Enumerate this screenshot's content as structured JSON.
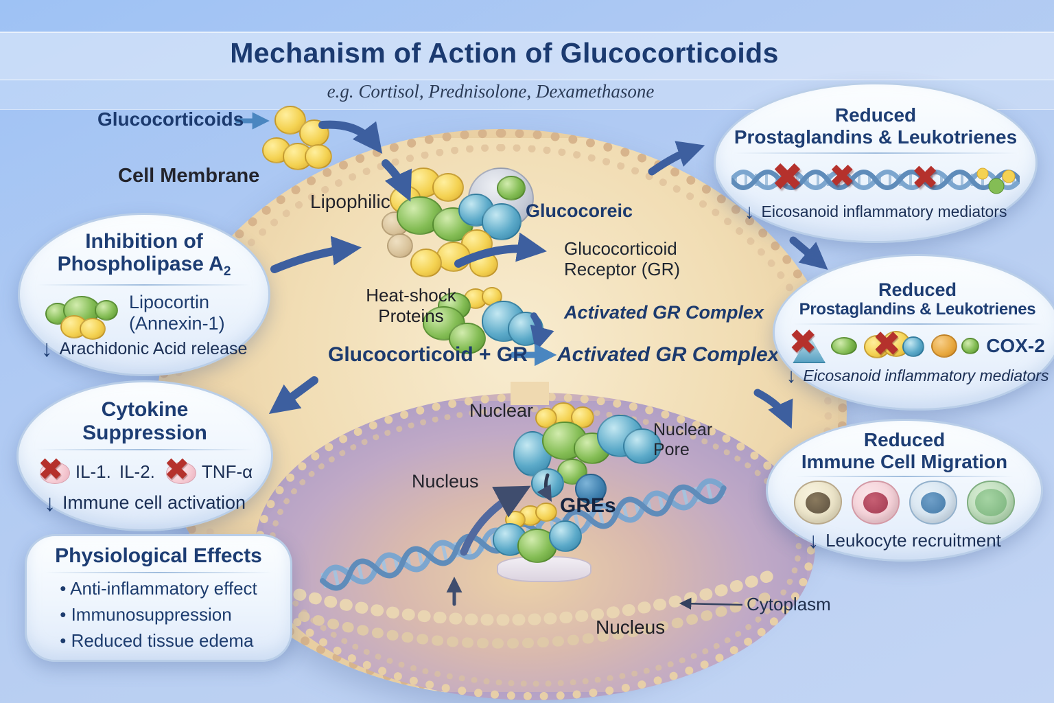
{
  "title": "Mechanism of Action of Glucocorticoids",
  "subtitle": "e.g. Cortisol, Prednisolone, Dexamethasone",
  "icons": {
    "down_arrow": "↓",
    "cross": "✖"
  },
  "colors": {
    "heading_navy": "#1b3a70",
    "arrow_blue": "#3d5f9f",
    "light_arrow_blue": "#4a86c0",
    "red_x": "#b5312c",
    "bubble_fill": "#eef5fd",
    "bubble_border": "#b9cee8",
    "cell_fill": "#f1ddb4",
    "membrane_bead": "#d7b48c",
    "nucleus_fill": "#ab9cc5",
    "glucocorticoid_yellow": "#f4d252",
    "receptor_teal": "#5caac9",
    "hsp_green": "#84bd55"
  },
  "labels": {
    "glucocorticoids": "Glucocorticoids",
    "cell_membrane": "Cell Membrane",
    "lipophilic": "Lipophilic",
    "glucocoreic": "Glucocoreic",
    "gr_receptor": "Glucocorticoid Receptor (GR)",
    "heat_shock": "Heat-shock Proteins",
    "activated_gr": "Activated GR Complex",
    "equation_left": "Glucocorticoid + GR",
    "equation_right": "Activated GR Complex",
    "nuclear": "Nuclear",
    "nuclear_pore": "Nuclear Pore",
    "nucleus": "Nucleus",
    "gres": "GREs",
    "cytoplasm": "Cytoplasm",
    "nucleus_bottom": "Nucleus"
  },
  "left_boxes": [
    {
      "title": "Inhibition of Phospholipase A",
      "subscript": "2",
      "item": "Lipocortin (Annexin-1)",
      "down_item": "Arachidonic Acid release"
    },
    {
      "title": "Cytokine Suppression",
      "items": [
        "IL-1.",
        "IL-2.",
        "TNF-α"
      ],
      "down_item": "Immune cell activation"
    },
    {
      "title": "Physiological Effects",
      "bullets": [
        "Anti-inflammatory effect",
        "Immunosuppression",
        "Reduced tissue edema"
      ]
    }
  ],
  "right_boxes": [
    {
      "line1": "Reduced",
      "line2": "Prostaglandins & Leukotrienes",
      "down_item": "Eicosanoid inflammatory mediators"
    },
    {
      "line1": "Reduced",
      "line2": "Prostaglandins & Leukotrienes",
      "side_label": "COX-2",
      "down_item": "Eicosanoid inflammatory mediators"
    },
    {
      "line1": "Reduced",
      "line2": "Immune Cell Migration",
      "down_item": "Leukocyte recruitment"
    }
  ]
}
